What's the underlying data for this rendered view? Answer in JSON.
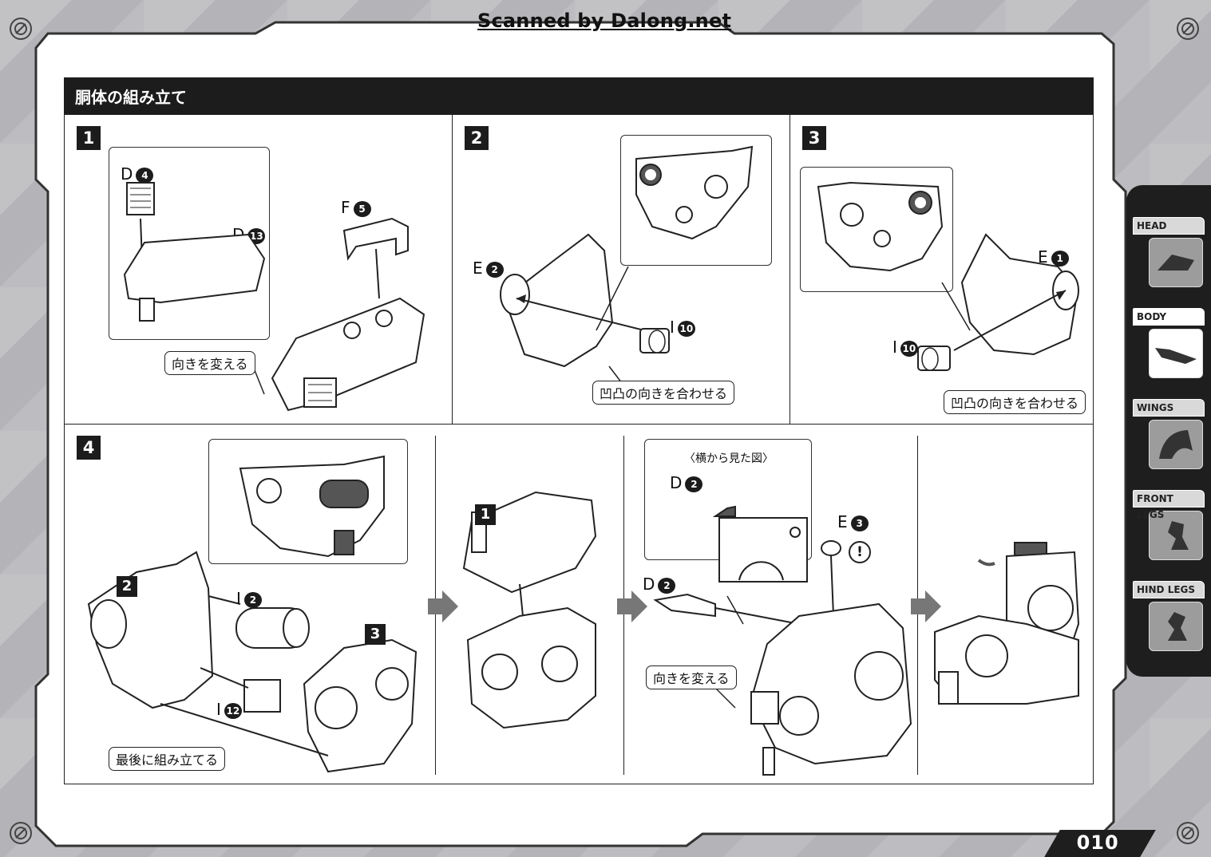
{
  "watermark": "Scanned by Dalong.net",
  "section_title": "胴体の組み立て",
  "steps": {
    "s1": {
      "number": "1",
      "parts": {
        "d4": {
          "letter": "D",
          "num": "4"
        },
        "d13": {
          "letter": "D",
          "num": "13"
        },
        "f5": {
          "letter": "F",
          "num": "5"
        }
      },
      "note": "向きを変える"
    },
    "s2": {
      "number": "2",
      "parts": {
        "e2": {
          "letter": "E",
          "num": "2"
        },
        "i10": {
          "letter": "I",
          "num": "10"
        }
      },
      "note": "凹凸の向きを合わせる"
    },
    "s3": {
      "number": "3",
      "parts": {
        "e1": {
          "letter": "E",
          "num": "1"
        },
        "i10": {
          "letter": "I",
          "num": "10"
        }
      },
      "note": "凹凸の向きを合わせる"
    },
    "s4": {
      "number": "4",
      "sub_badges": {
        "b2": "2",
        "b3": "3",
        "b1": "1"
      },
      "parts": {
        "i2": {
          "letter": "I",
          "num": "2"
        },
        "i12": {
          "letter": "I",
          "num": "12"
        },
        "d2a": {
          "letter": "D",
          "num": "2"
        },
        "d2b": {
          "letter": "D",
          "num": "2"
        },
        "e3": {
          "letter": "E",
          "num": "3"
        }
      },
      "note_last": "最後に組み立てる",
      "side_view": "〈横から見た図〉",
      "note_turn": "向きを変える",
      "warning": "!"
    }
  },
  "side_tabs": [
    {
      "label": "HEAD",
      "active": false
    },
    {
      "label": "BODY",
      "active": true
    },
    {
      "label": "WINGS",
      "active": false
    },
    {
      "label": "FRONT LEGS",
      "active": false
    },
    {
      "label": "HIND LEGS",
      "active": false
    }
  ],
  "page_number": "010"
}
